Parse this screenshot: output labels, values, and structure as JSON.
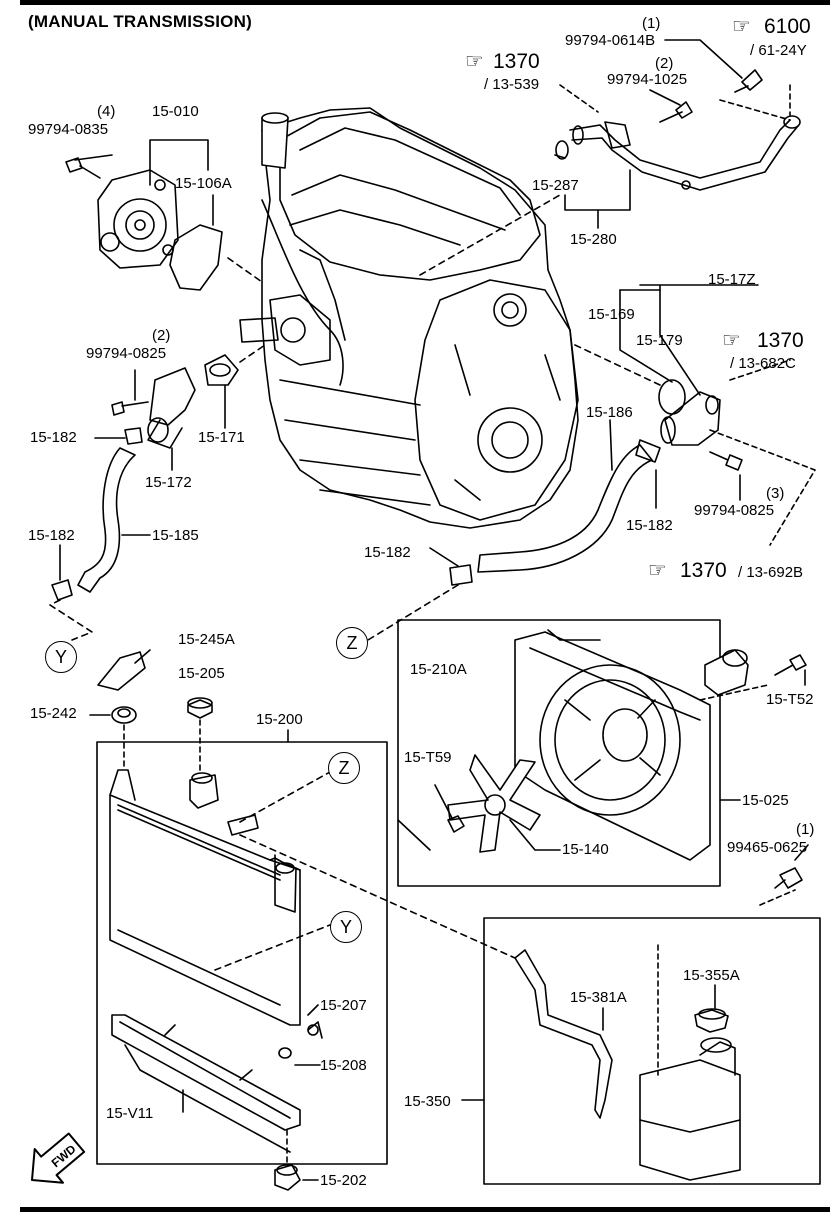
{
  "title": "(MANUAL TRANSMISSION)",
  "fwd_label": "FWD",
  "callouts": {
    "c15010": "15-010",
    "c15106A": "15-106A",
    "c99794_0835_qty": "(4)",
    "c99794_0835": "99794-0835",
    "c99794_0825_a_qty": "(2)",
    "c99794_0825_a": "99794-0825",
    "c15182_a": "15-182",
    "c15172": "15-172",
    "c15171": "15-171",
    "c15182_b": "15-182",
    "c15185": "15-185",
    "c15287": "15-287",
    "c15280": "15-280",
    "c99794_0614B_qty": "(1)",
    "c99794_0614B": "99794-0614B",
    "c99794_1025_qty": "(2)",
    "c99794_1025": "99794-1025",
    "c15_17Z": "15-17Z",
    "c15169": "15-169",
    "c15179": "15-179",
    "c15186": "15-186",
    "c15182_c": "15-182",
    "c99794_0825_b_qty": "(3)",
    "c99794_0825_b": "99794-0825",
    "c15182_d": "15-182",
    "c15245A": "15-245A",
    "c15205": "15-205",
    "c15242": "15-242",
    "c15200": "15-200",
    "c15207": "15-207",
    "c15208": "15-208",
    "c15V11": "15-V11",
    "c15202": "15-202",
    "c15210A": "15-210A",
    "c15T52": "15-T52",
    "c15T59": "15-T59",
    "c15140": "15-140",
    "c15025": "15-025",
    "c99465_0625_qty": "(1)",
    "c99465_0625": "99465-0625",
    "c15355A": "15-355A",
    "c15381A": "15-381A",
    "c15350": "15-350"
  },
  "refs": {
    "r1_num": "1370",
    "r1_sub": "/ 13-539",
    "r2_num": "6100",
    "r2_sub": "/ 61-24Y",
    "r3_num": "1370",
    "r3_sub": "/ 13-682C",
    "r4_num": "1370",
    "r4_sub": "/ 13-692B"
  },
  "markers": {
    "y_top": "Y",
    "z_mid": "Z",
    "z_rad": "Z",
    "y_rad": "Y"
  }
}
